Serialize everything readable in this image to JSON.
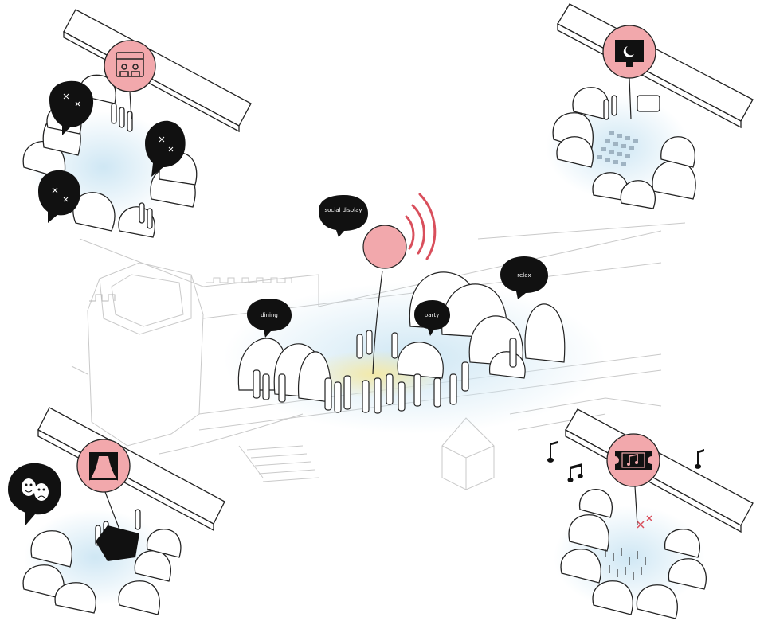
{
  "palette": {
    "line": "#222222",
    "faint_line": "#cfcfcf",
    "pink": "#f2a8ac",
    "pink_dark": "#d94f5c",
    "blue_glow": "#d6ecf7",
    "yellow_glow": "#f4ecb8",
    "black": "#111111",
    "white": "#ffffff"
  },
  "center": {
    "bubbles": [
      {
        "id": "center-left",
        "text": "dining"
      },
      {
        "id": "center-top",
        "text": "social display"
      },
      {
        "id": "center-mid",
        "text": "party"
      },
      {
        "id": "center-right",
        "text": "relax"
      }
    ],
    "balloon_icon": "broadcast-waves-icon"
  },
  "vignettes": [
    {
      "id": "top-left",
      "icon": "theater-stage-audience-icon",
      "label": ""
    },
    {
      "id": "top-right",
      "icon": "cinema-screen-moon-icon",
      "label": ""
    },
    {
      "id": "bottom-left",
      "icon": "stage-curtain-icon",
      "label": ""
    },
    {
      "id": "bottom-right",
      "icon": "music-ticket-icon",
      "label": ""
    }
  ],
  "floating_icons": [
    "music-note-icon",
    "double-music-note-icon",
    "comedy-tragedy-masks-icon"
  ]
}
